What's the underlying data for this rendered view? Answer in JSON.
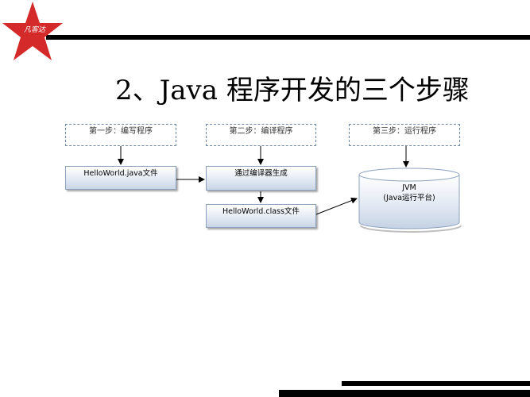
{
  "header": {
    "logo_text": "凡客达",
    "title": "2、Java 程序开发的三个步骤"
  },
  "diagram": {
    "steps": [
      {
        "label": "第一步：编写程序"
      },
      {
        "label": "第二步：编译程序"
      },
      {
        "label": "第三步：运行程序"
      }
    ],
    "boxes": {
      "source_file": "HelloWorld.java文件",
      "compiler": "通过编译器生成",
      "class_file": "HelloWorld.class文件"
    },
    "jvm": {
      "name": "JVM",
      "desc": "(Java运行平台)"
    }
  },
  "colors": {
    "star": "#d42a2a",
    "box_border": "#8da2be",
    "dashed_border": "#6f87a6",
    "bar": "#000000"
  }
}
